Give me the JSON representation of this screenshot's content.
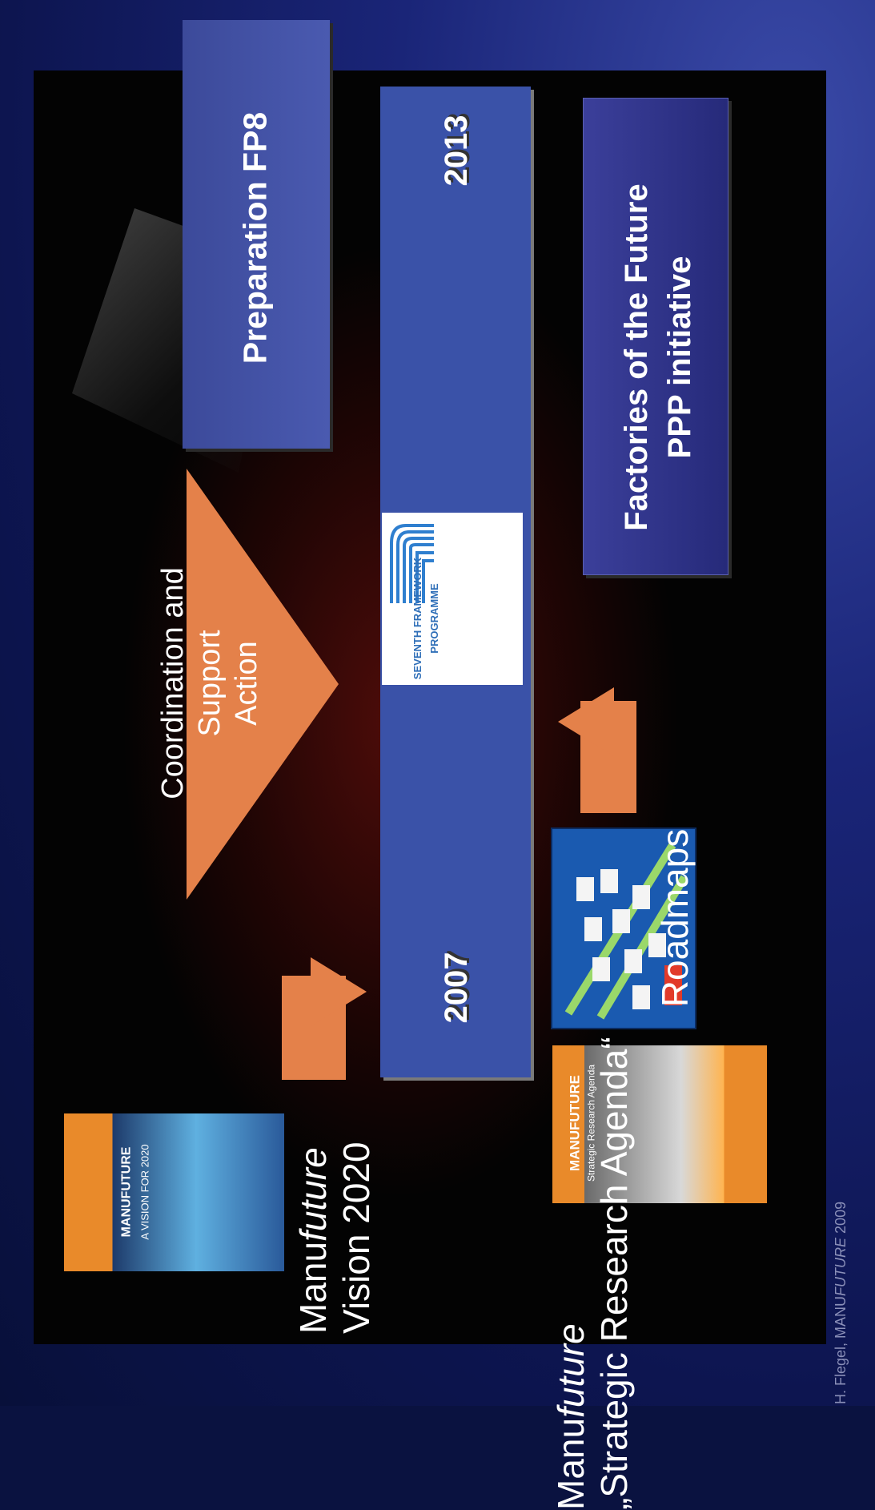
{
  "boxes": {
    "fp8": "Preparation FP8",
    "fof_line1": "Factories of the Future",
    "fof_line2": "PPP initiative"
  },
  "timeline": {
    "start": "2007",
    "end": "2013",
    "logo_line1": "SEVENTH FRAMEWORK",
    "logo_line2": "PROGRAMME"
  },
  "csa": {
    "line1": "Coordination and",
    "line2": "Support",
    "line3": "Action"
  },
  "vision": {
    "line1_a": "Manu",
    "line1_b": "future",
    "line2": "Vision 2020",
    "cover_title": "MANUFUTURE",
    "cover_subtitle": "A VISION FOR 2020"
  },
  "roadmaps": {
    "label": "Roadmaps"
  },
  "sra": {
    "line1_a": "Manu",
    "line1_b": "future",
    "line2": "„Strategic Research Agenda“",
    "cover_title": "MANUFUTURE",
    "cover_subtitle": "Strategic Research Agenda"
  },
  "credit": {
    "author": "H. Flegel, MANU",
    "brand_italic": "FUTURE",
    "year": "2009"
  },
  "colors": {
    "orange": "#e4814a",
    "blue": "#3a52a8",
    "navy": "#0d1550"
  }
}
